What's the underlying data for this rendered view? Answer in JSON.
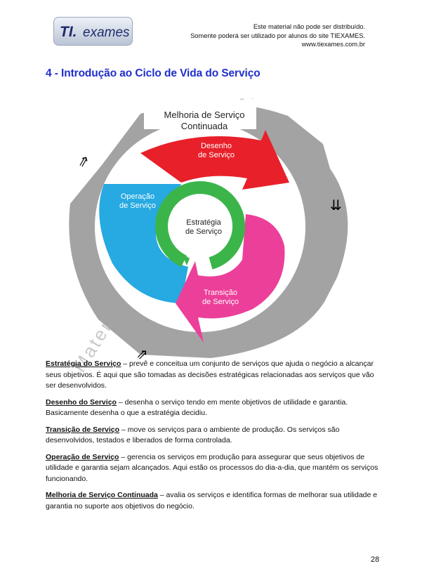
{
  "logo": {
    "text": "TI.exames"
  },
  "notice": {
    "line1": "Este material não pode ser distribuído.",
    "line2": "Somente poderá ser utilizado por alunos do site TIEXAMES.",
    "line3": "www.tiexames.com.br"
  },
  "title": "4 - Introdução ao Ciclo de Vida do Serviço",
  "diagram": {
    "outer_label_line1": "Melhoria de Serviço",
    "outer_label_line2": "Continuada",
    "design_line1": "Desenho",
    "design_line2": "de Serviço",
    "operation_line1": "Operação",
    "operation_line2": "de Serviço",
    "transition_line1": "Transição",
    "transition_line2": "de Serviço",
    "strategy_line1": "Estratégia",
    "strategy_line2": "de Serviço",
    "colors": {
      "outer_ring": "#a3a3a3",
      "design": "#e8202a",
      "transition": "#ec3f99",
      "operation": "#27a9e1",
      "strategy": "#3bb54a"
    },
    "watermark": "Material TIEXAMES - Direitos Reservados"
  },
  "paragraphs": [
    {
      "term": "Estratégia do Serviço",
      "text": " – prevê e conceitua um conjunto de serviços que ajuda o negócio a alcançar seus objetivos. É aqui que são tomadas as decisões estratégicas relacionadas aos serviços que vão ser desenvolvidos."
    },
    {
      "term": "Desenho do Serviço",
      "text": " – desenha o serviço tendo em mente objetivos de utilidade e garantia. Basicamente desenha o que a estratégia decidiu."
    },
    {
      "term": "Transição de Serviço",
      "text": " – move os serviços para o ambiente de produção. Os serviços são desenvolvidos, testados e liberados de forma controlada."
    },
    {
      "term": "Operação de Serviço",
      "text": " – gerencia os serviços em produção para assegurar que seus objetivos de utilidade e garantia sejam alcançados. Aqui estão os processos do dia-a-dia, que mantém os serviços funcionando."
    },
    {
      "term": "Melhoria de Serviço Continuada",
      "text": " – avalia  os serviços e identifica formas de melhorar sua utilidade e garantia no suporte aos objetivos do negócio."
    }
  ],
  "page_number": "28"
}
